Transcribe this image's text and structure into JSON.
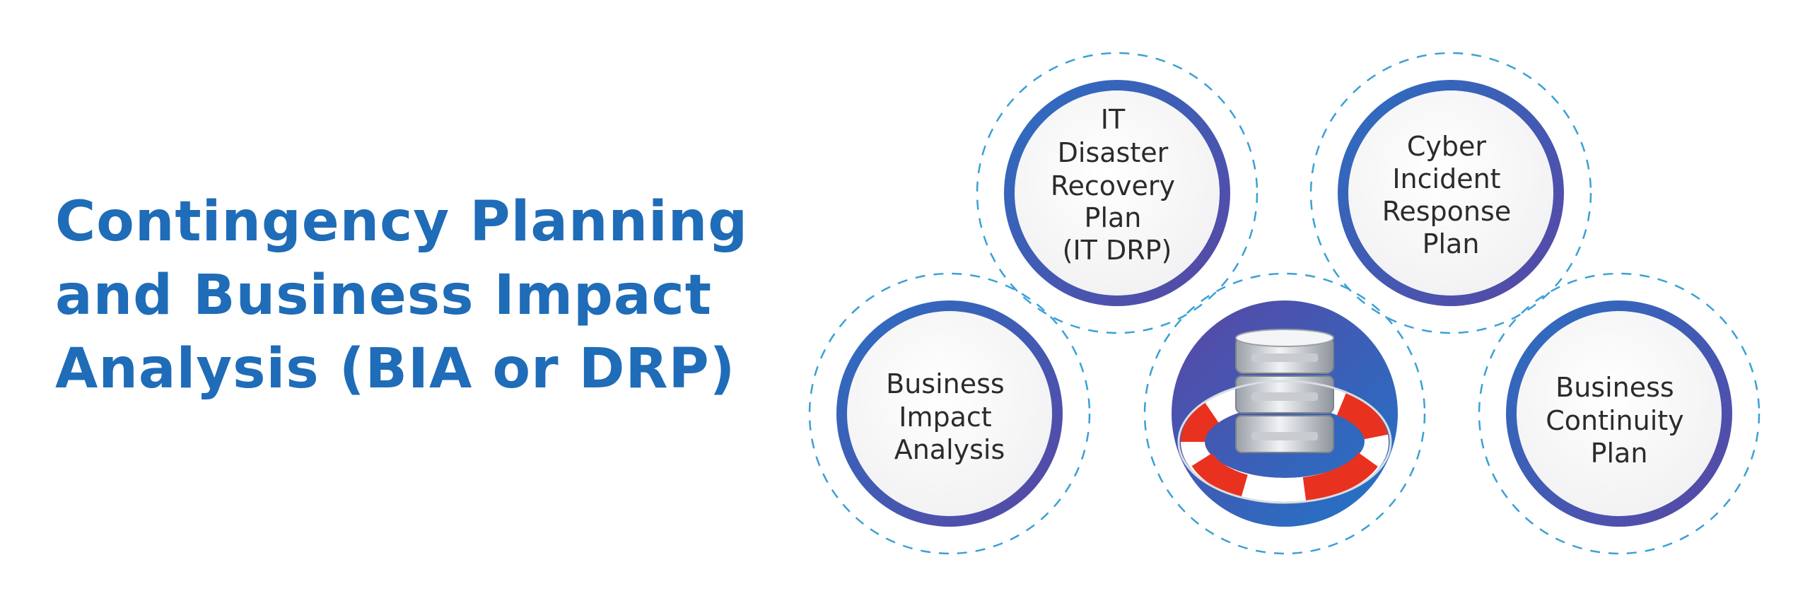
{
  "title": {
    "line1": "Contingency Planning",
    "line2": "and Business Impact",
    "line3": "Analysis (BIA or DRP)"
  },
  "nodes": {
    "it_drp": {
      "line1": "IT",
      "line2": "Disaster",
      "line3": "Recovery",
      "line4": "Plan",
      "line5": "(IT DRP)"
    },
    "cyber": {
      "line1": "Cyber",
      "line2": "Incident",
      "line3": "Response",
      "line4": "Plan"
    },
    "bia": {
      "line1": "Business",
      "line2": "Impact",
      "line3": "Analysis"
    },
    "bcp": {
      "line1": "Business",
      "line2": "Continuity",
      "line3": "Plan"
    },
    "center": {
      "icon": "server-lifebuoy-icon"
    }
  },
  "colors": {
    "title": "#1f6cb8",
    "ring_start": "#2a6fc2",
    "ring_end": "#5a46a4",
    "dashed": "#3aa0d6",
    "lifebuoy_red": "#e8321f"
  }
}
